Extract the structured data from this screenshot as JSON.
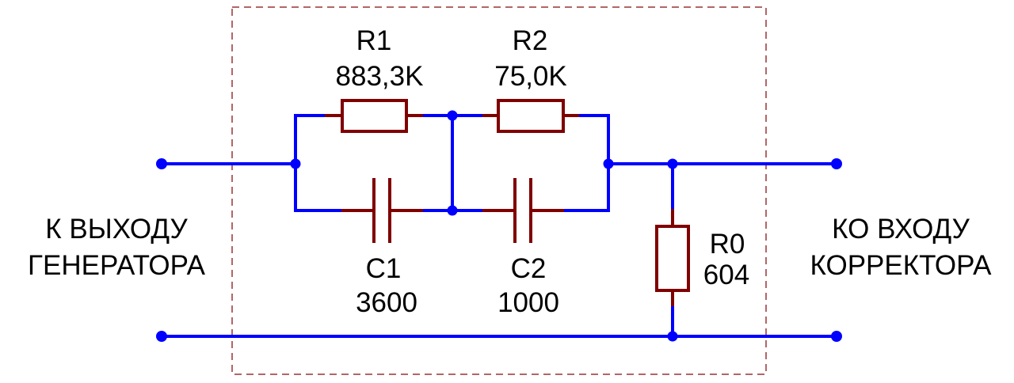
{
  "diagram": {
    "type": "electrical-schematic",
    "colors": {
      "wire": "#0000ff",
      "component": "#800000",
      "frame": "#993333",
      "text": "#000000",
      "background": "#ffffff"
    },
    "input_label": {
      "line1": "К ВЫХОДУ",
      "line2": "ГЕНЕРАТОРА"
    },
    "output_label": {
      "line1": "КО ВХОДУ",
      "line2": "КОРРЕКТОРА"
    },
    "components": {
      "R1": {
        "designator": "R1",
        "value": "883,3K",
        "kind": "resistor"
      },
      "R2": {
        "designator": "R2",
        "value": "75,0K",
        "kind": "resistor"
      },
      "C1": {
        "designator": "C1",
        "value": "3600",
        "kind": "capacitor"
      },
      "C2": {
        "designator": "C2",
        "value": "1000",
        "kind": "capacitor"
      },
      "R0": {
        "designator": "R0",
        "value": "604",
        "kind": "resistor"
      }
    },
    "connections": [
      "R1 parallel C1",
      "R2 parallel C2",
      "(R1||C1) series (R2||C2)",
      "R0 shunt across output"
    ]
  }
}
